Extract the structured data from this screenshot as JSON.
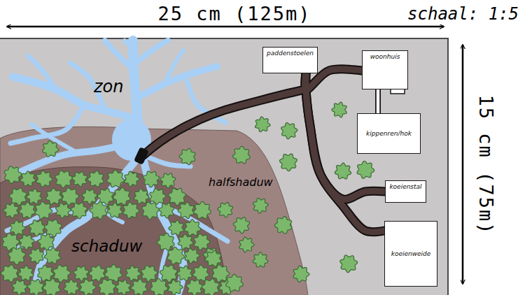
{
  "diagram": {
    "nodes": [
      {
        "text": [
          "paddenstoelen"
        ]
      },
      {
        "text": [
          "woonhuis"
        ]
      },
      {
        "text": [
          "kippenren/hok"
        ]
      },
      {
        "text": [
          "koeienstal"
        ]
      },
      {
        "text": [
          "koeienweide"
        ]
      }
    ],
    "edges": [
      {
        "from": 0,
        "to": 1,
        "arrow": "none"
      },
      {
        "from": 0,
        "to": 3,
        "arrow": "none"
      },
      {
        "from": 0,
        "to": 4,
        "arrow": "none"
      },
      {
        "from": 1,
        "to": 2,
        "arrow": "none"
      }
    ],
    "labels": [
      "25 cm (125m)",
      "schaal: 1:5",
      "zon",
      "15 cm (75m)",
      "halfshaduw",
      "schaduw"
    ]
  }
}
